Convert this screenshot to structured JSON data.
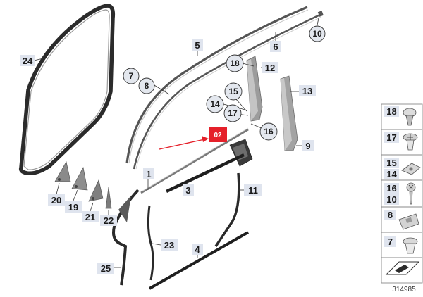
{
  "colors": {
    "highlight": "#e5202a",
    "label_bg": "#dfe4ee",
    "circle_bg": "#e3e7ee",
    "part": "#2b2b2b"
  },
  "badge": "02",
  "labels": {
    "l24": "24",
    "l5": "5",
    "l6": "6",
    "l10": "10",
    "l7": "7",
    "l8": "8",
    "l18": "18",
    "l12": "12",
    "l13": "13",
    "l15": "15",
    "l14": "14",
    "l17": "17",
    "l16": "16",
    "l9": "9",
    "l1": "1",
    "l3": "3",
    "l11": "11",
    "l20": "20",
    "l19": "19",
    "l21": "21",
    "l22": "22",
    "l23": "23",
    "l4": "4",
    "l25": "25"
  },
  "legend": {
    "items": [
      "18",
      "17",
      "15",
      "14",
      "16",
      "10",
      "8",
      "7"
    ]
  },
  "diagram_number": "314985"
}
